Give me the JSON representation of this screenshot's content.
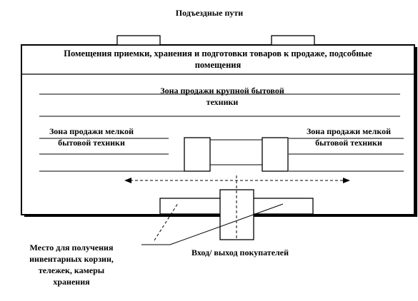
{
  "labels": {
    "access_roads": "Подъездные пути",
    "storage_line1": "Помещения приемки, хранения и подготовки товаров к продаже, подсобные",
    "storage_line2": "помещения",
    "large_zone_line1": "Зона продажи крупной бытовой",
    "large_zone_line2": "техники",
    "small_zone_left_line1": "Зона продажи мелкой",
    "small_zone_left_line2": "бытовой техники",
    "small_zone_right_line1": "Зона продажи мелкой",
    "small_zone_right_line2": "бытовой техники",
    "entrance": "Вход/ выход покупателей",
    "carts_line1": "Место для получения",
    "carts_line2": "инвентарных корзин,",
    "carts_line3": "тележек, камеры",
    "carts_line4": "хранения"
  }
}
